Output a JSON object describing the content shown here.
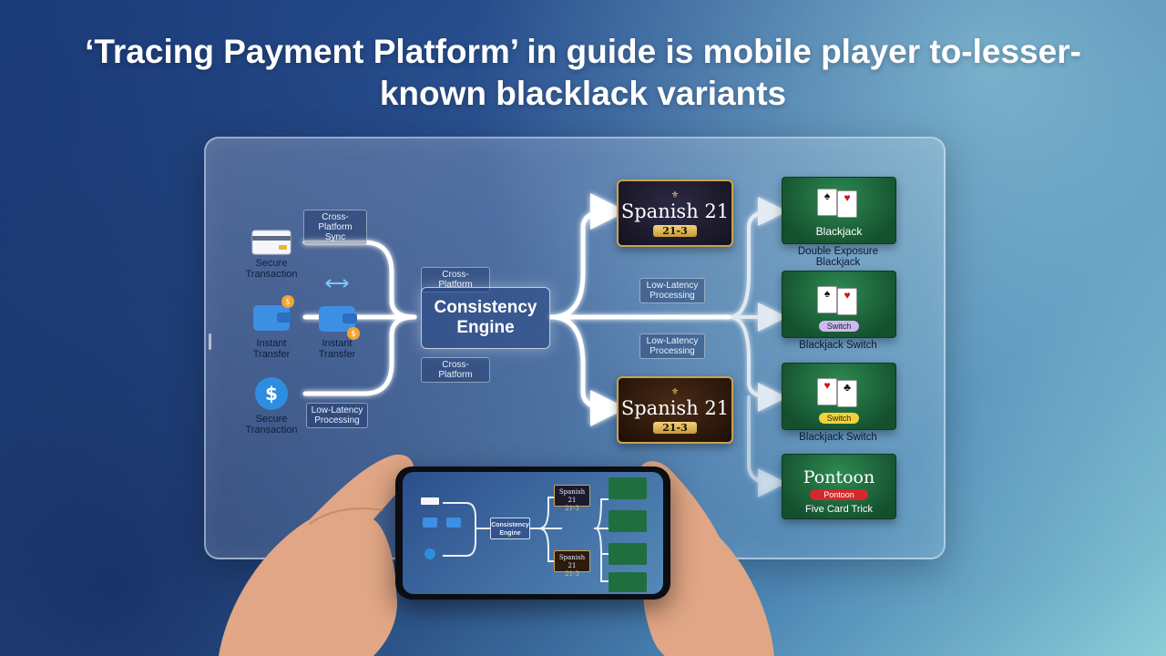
{
  "title": "‘Tracing Payment Platform’ in guide is mobile player to-lesser-known blacklack variants",
  "payments": [
    {
      "label_line1": "Secure",
      "label_line2": "Transaction",
      "icon": "credit-card-icon"
    },
    {
      "label_line1": "Instant",
      "label_line2": "Transfer",
      "icon": "wallet-icon"
    },
    {
      "label_line1": "Instant",
      "label_line2": "Transfer",
      "icon": "wallet-icon"
    },
    {
      "label_line1": "Secure",
      "label_line2": "Transaction",
      "icon": "shield-dollar-icon"
    }
  ],
  "sync_arrows_icon": "sync-arrows-icon",
  "tags": {
    "cross_platform_sync_1": "Cross-Platform",
    "cross_platform_sync_2": "Sync",
    "cross_platform_top": "Cross-Platform",
    "cross_platform_bottom": "Cross-Platform",
    "low_latency_left_1": "Low-Latency",
    "low_latency_left_2": "Processing",
    "low_latency_mid_top_1": "Low-Latency",
    "low_latency_mid_top_2": "Processing",
    "low_latency_mid_bottom_1": "Low-Latency",
    "low_latency_mid_bottom_2": "Processing"
  },
  "engine": {
    "line1": "Consistency",
    "line2": "Engine"
  },
  "variants": [
    {
      "name": "Spanish 21",
      "sub": "21-3"
    },
    {
      "name": "Spanish 21",
      "sub": "21-3"
    }
  ],
  "tables": [
    {
      "felt_label": "Blackjack",
      "caption_1": "Double Exposure",
      "caption_2": "Blackjack",
      "badge": ""
    },
    {
      "felt_label": "",
      "caption_1": "Blackjack Switch",
      "caption_2": "",
      "badge": "Switch"
    },
    {
      "felt_label": "",
      "caption_1": "Blackjack Switch",
      "caption_2": "",
      "badge": "Switch"
    },
    {
      "felt_label": "Pontoon",
      "caption_1": "",
      "caption_2": "",
      "badge": "Pontoon",
      "footer": "Five Card Trick"
    }
  ],
  "phone": {
    "engine_line1": "Consistency",
    "engine_line2": "Engine",
    "variant": "Spanish 21",
    "variant_sub": "21-3"
  },
  "colors": {
    "flow_line": "#ffffff",
    "felt": "#1f6e3f",
    "gold": "#c9a44c",
    "variant_bg": "#1d1a2c"
  }
}
